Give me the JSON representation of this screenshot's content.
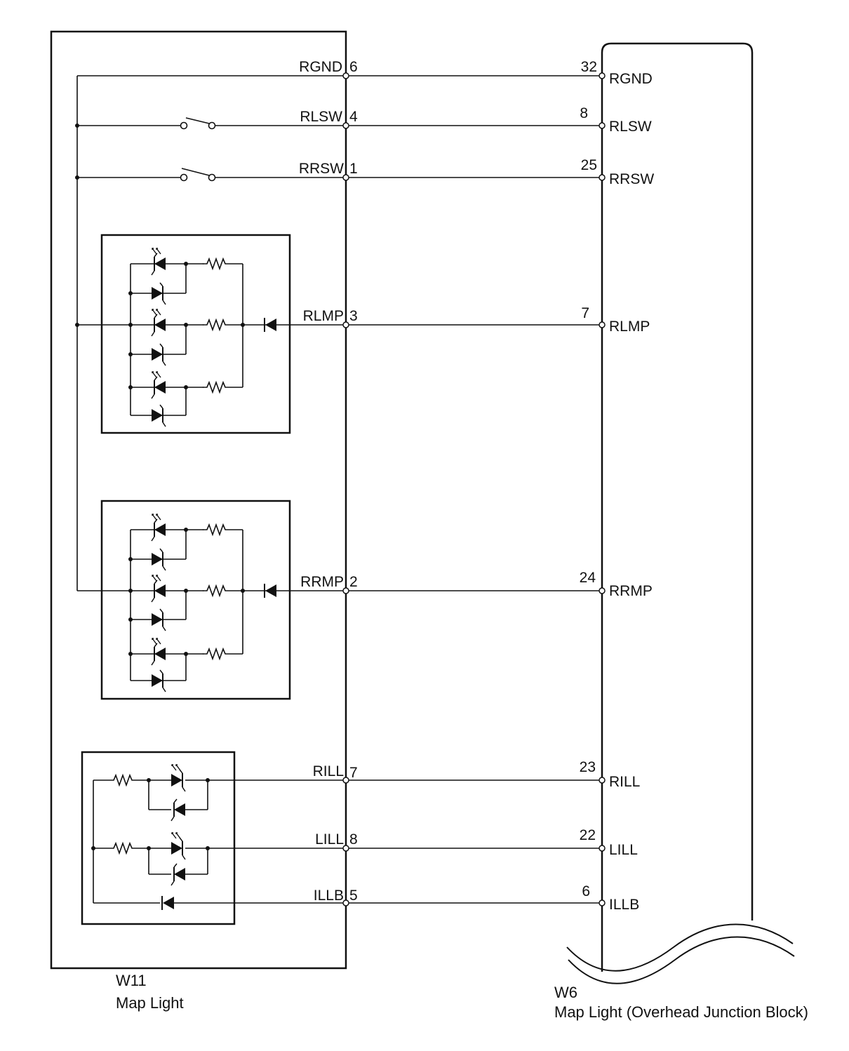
{
  "left_connector": {
    "code": "W11",
    "name": "Map Light"
  },
  "right_connector": {
    "code": "W6",
    "name": "Map Light (Overhead Junction Block)"
  },
  "wires": [
    {
      "signal": "RGND",
      "left_pin": "6",
      "right_pin": "32"
    },
    {
      "signal": "RLSW",
      "left_pin": "4",
      "right_pin": "8"
    },
    {
      "signal": "RRSW",
      "left_pin": "1",
      "right_pin": "25"
    },
    {
      "signal": "RLMP",
      "left_pin": "3",
      "right_pin": "7"
    },
    {
      "signal": "RRMP",
      "left_pin": "2",
      "right_pin": "24"
    },
    {
      "signal": "RILL",
      "left_pin": "7",
      "right_pin": "23"
    },
    {
      "signal": "LILL",
      "left_pin": "8",
      "right_pin": "22"
    },
    {
      "signal": "ILLB",
      "left_pin": "5",
      "right_pin": "6"
    }
  ],
  "icons": {
    "switch": "switch-icon",
    "led": "led-icon",
    "diode": "diode-icon",
    "resistor": "resistor-icon",
    "break": "wavy-break-icon"
  }
}
